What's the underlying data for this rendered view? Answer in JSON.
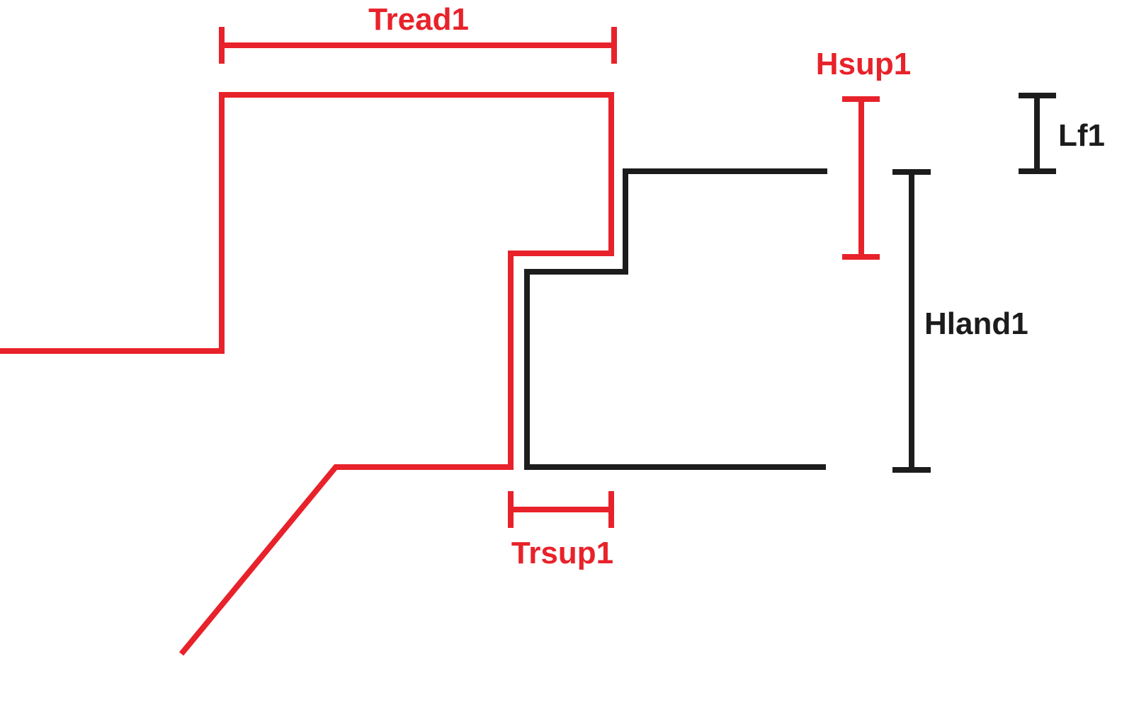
{
  "colors": {
    "red": "#e8222a",
    "black": "#1c1c1c",
    "background": "#ffffff"
  },
  "labels": {
    "tread": "Tread1",
    "hsup": "Hsup1",
    "lf": "Lf1",
    "hland": "Hland1",
    "trsup": "Trsup1"
  }
}
